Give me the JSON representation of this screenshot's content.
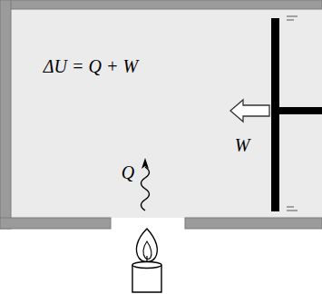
{
  "diagram": {
    "labels": [
      "ΔU = Q + W",
      "W",
      "Q"
    ]
  }
}
